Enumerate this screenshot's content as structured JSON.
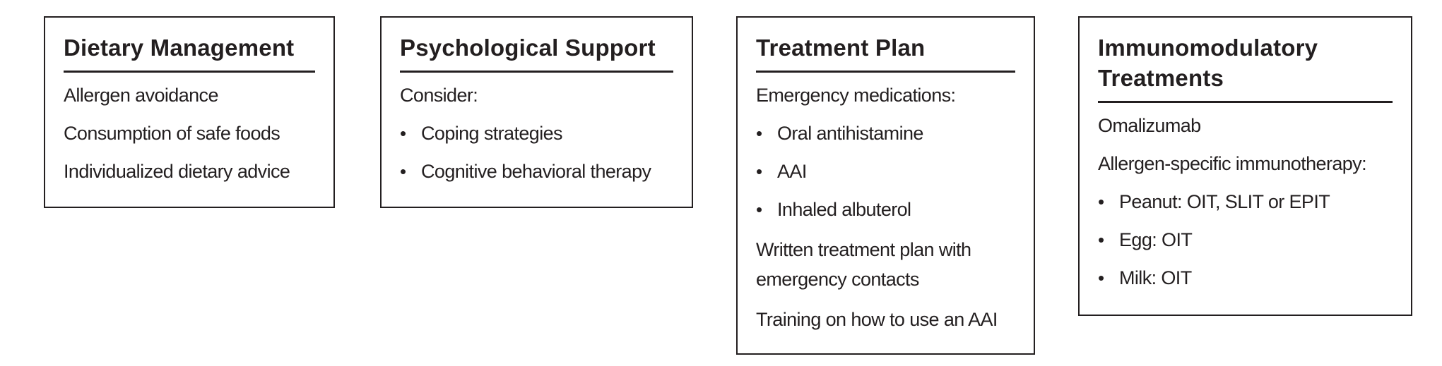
{
  "boxes": {
    "dietary": {
      "title": "Dietary Management",
      "lines": [
        "Allergen avoidance",
        "Consumption of safe foods",
        "Individualized dietary advice"
      ]
    },
    "psychological": {
      "title": "Psychological Support",
      "intro": "Consider:",
      "bullets": [
        "Coping strategies",
        "Cognitive behavioral therapy"
      ]
    },
    "treatment": {
      "title": "Treatment Plan",
      "intro": "Emergency medications:",
      "bullets": [
        "Oral antihistamine",
        "AAI",
        "Inhaled albuterol"
      ],
      "after": [
        "Written treatment plan with emergency contacts",
        "Training on how to use an AAI"
      ]
    },
    "immuno": {
      "title": "Immunomodulatory Treatments",
      "lines": [
        "Omalizumab",
        "Allergen-specific immunotherapy:"
      ],
      "bullets": [
        "Peanut: OIT, SLIT or EPIT",
        "Egg: OIT",
        "Milk: OIT"
      ]
    }
  }
}
